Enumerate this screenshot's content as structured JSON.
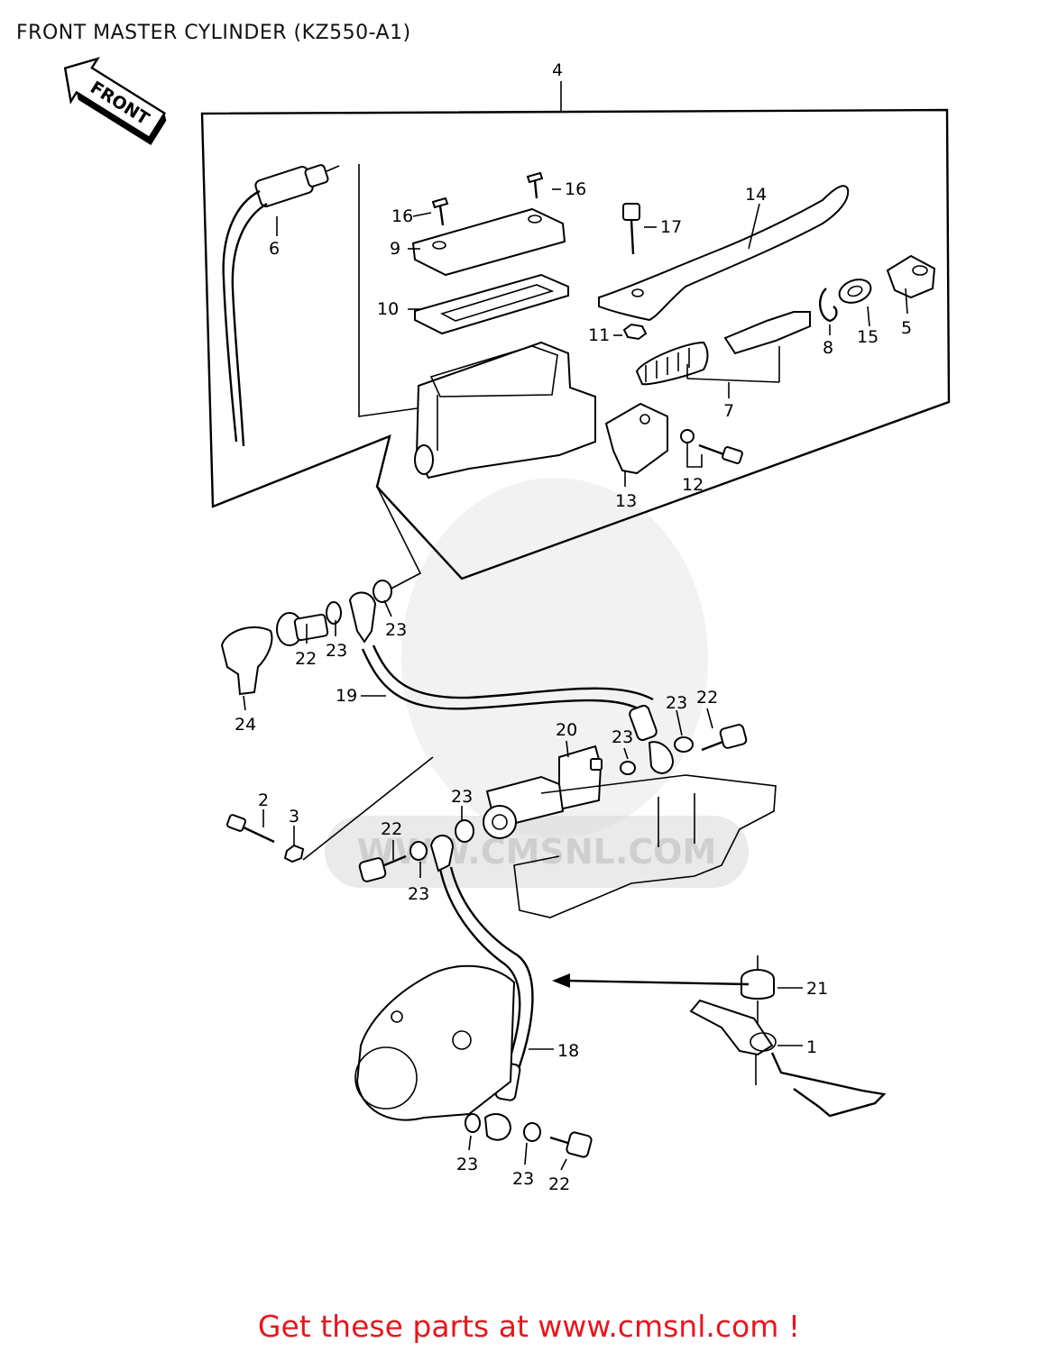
{
  "header": {
    "title": "FRONT MASTER CYLINDER (KZ550-A1)"
  },
  "front_arrow": {
    "label": "FRONT"
  },
  "watermark": {
    "text": "WWW.CMSNL.COM"
  },
  "callouts": {
    "c1": "1",
    "c2": "2",
    "c3": "3",
    "c4": "4",
    "c5": "5",
    "c6": "6",
    "c7": "7",
    "c8": "8",
    "c9": "9",
    "c10": "10",
    "c11": "11",
    "c12": "12",
    "c13": "13",
    "c14": "14",
    "c15": "15",
    "c16a": "16",
    "c16b": "16",
    "c17": "17",
    "c18": "18",
    "c19": "19",
    "c20": "20",
    "c21": "21",
    "c22a": "22",
    "c22b": "22",
    "c22c": "22",
    "c22d": "22",
    "c23a": "23",
    "c23b": "23",
    "c23c": "23",
    "c23d": "23",
    "c23e": "23",
    "c23f": "23",
    "c23g": "23",
    "c23h": "23",
    "c24": "24"
  },
  "footer": {
    "link_text": "Get these parts at www.cmsnl.com !"
  }
}
